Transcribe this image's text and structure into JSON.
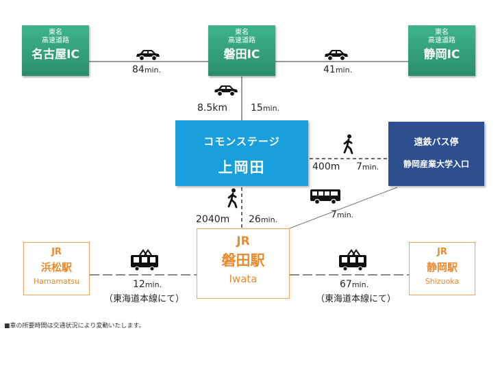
{
  "ic_boxes": {
    "nagoya": {
      "sub1": "東名",
      "sub2": "高速道路",
      "name": "名古屋IC"
    },
    "iwata": {
      "sub1": "東名",
      "sub2": "高速道路",
      "name": "磐田IC"
    },
    "shizuoka": {
      "sub1": "東名",
      "sub2": "高速道路",
      "name": "静岡IC"
    }
  },
  "property": {
    "line1": "コモンステージ",
    "line2": "上岡田"
  },
  "bus_stop": {
    "line1": "遠鉄バス停",
    "line2": "静岡産業大学入口"
  },
  "stations": {
    "iwata": {
      "jr": "JR",
      "name": "磐田駅",
      "roman": "Iwata"
    },
    "hamamatsu": {
      "jr": "JR",
      "name": "浜松駅",
      "roman": "Hamamatsu"
    },
    "shizuoka": {
      "jr": "JR",
      "name": "静岡駅",
      "roman": "Shizuoka"
    }
  },
  "routes": {
    "nagoya_car": {
      "value": "84",
      "unit": "min."
    },
    "shizuoka_car": {
      "value": "41",
      "unit": "min."
    },
    "ic_distance": "8.5km",
    "ic_time": {
      "value": "15",
      "unit": "min."
    },
    "bus_walk": {
      "dist": "400m",
      "value": "7",
      "unit": "min."
    },
    "bus_ride": {
      "value": "7",
      "unit": "min."
    },
    "station_walk": {
      "dist": "2040m",
      "value": "26",
      "unit": "min."
    },
    "hamamatsu_train": {
      "value": "12",
      "unit": "min.",
      "line": "（東海道本線にて）"
    },
    "shizuoka_train": {
      "value": "67",
      "unit": "min.",
      "line": "（東海道本線にて）"
    }
  },
  "note": "■車の所要時間は交通状況により変動いたします。",
  "colors": {
    "ic_green": "#2f9a73",
    "property_blue": "#1a9fdd",
    "bus_navy": "#2d4f8f",
    "station_orange": "#e88a2e"
  },
  "icons": [
    "car-icon",
    "walk-icon",
    "bus-icon",
    "train-icon"
  ]
}
